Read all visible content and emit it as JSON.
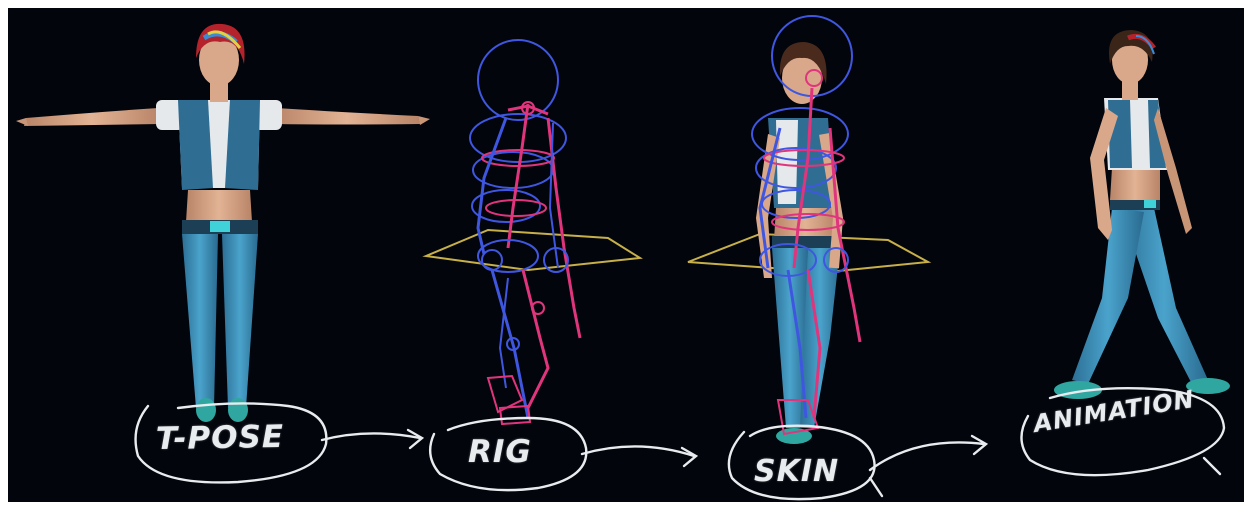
{
  "stages": [
    {
      "label": "T-POSE"
    },
    {
      "label": "RIG"
    },
    {
      "label": "SKIN"
    },
    {
      "label": "ANIMATION"
    }
  ],
  "colors": {
    "background": "#02050c",
    "chalk": "#e8ecef",
    "skin": "#d9a88a",
    "denim": "#3f8fb8",
    "vest": "#2f6e92",
    "shirt": "#e6e9ec",
    "hair": "#b4232b",
    "rig_blue": "#3f57e0",
    "rig_pink": "#e0357d",
    "floor_plane": "#c7b04a"
  },
  "icons": [
    "circle-outline",
    "right-arrow"
  ]
}
